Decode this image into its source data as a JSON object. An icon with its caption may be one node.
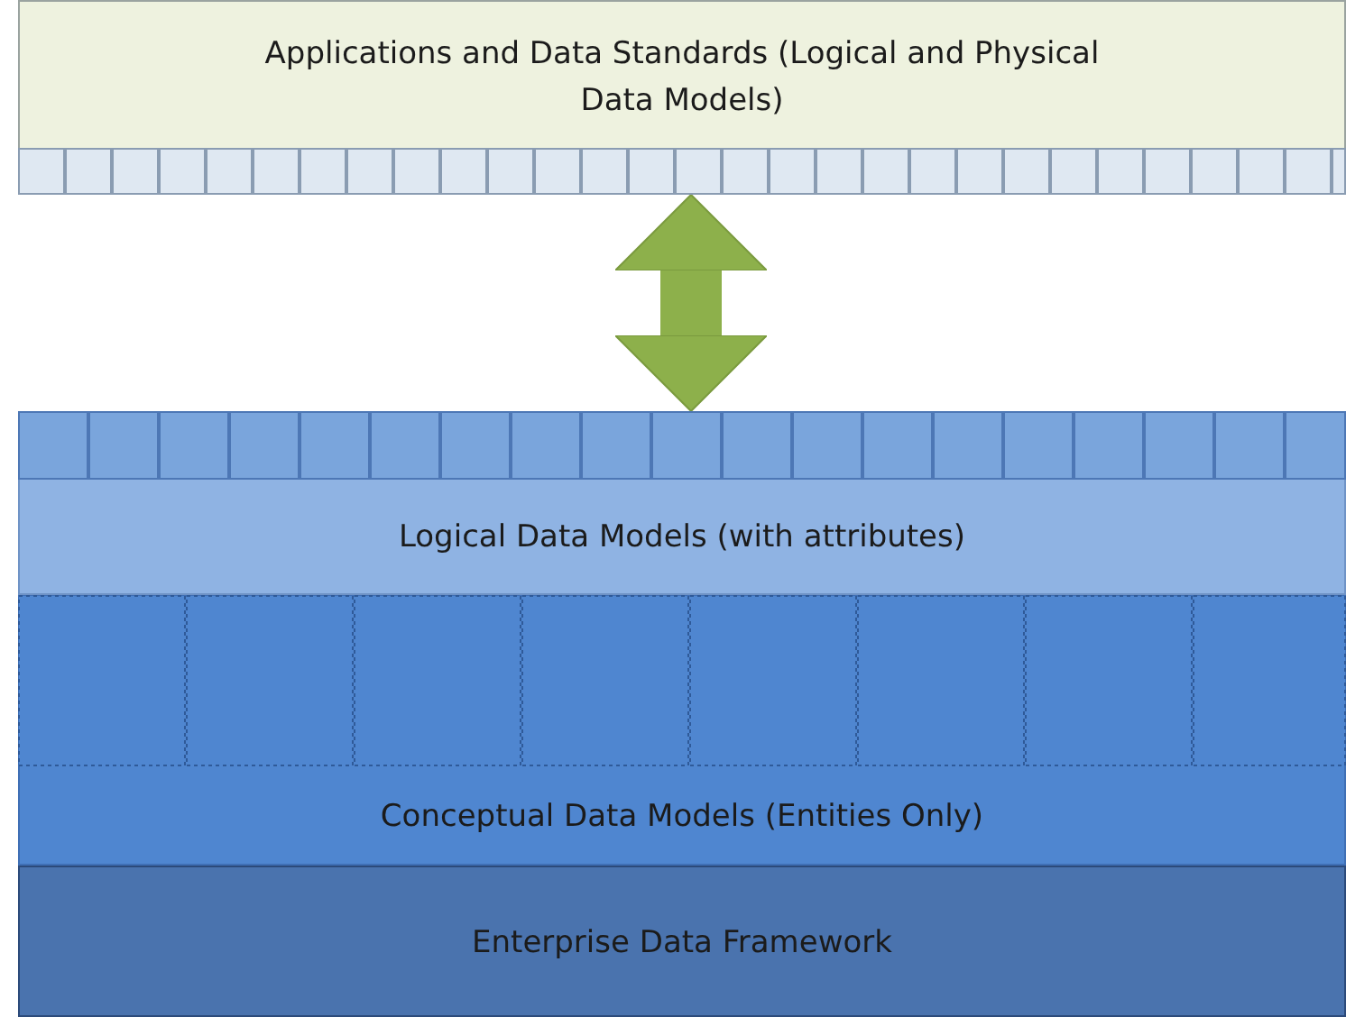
{
  "diagram": {
    "nodes": [
      {
        "text": [
          "Applications and Data Standards (Logical and Physical Data Models)"
        ]
      },
      {
        "text": [
          "Logical Data Models (with attributes)"
        ]
      },
      {
        "text": [
          "Conceptual Data Models (Entities Only)"
        ]
      },
      {
        "text": [
          "Enterprise Data Framework"
        ]
      }
    ],
    "edges": [
      {
        "from": 0,
        "to": 1,
        "arrow": "both"
      }
    ]
  }
}
